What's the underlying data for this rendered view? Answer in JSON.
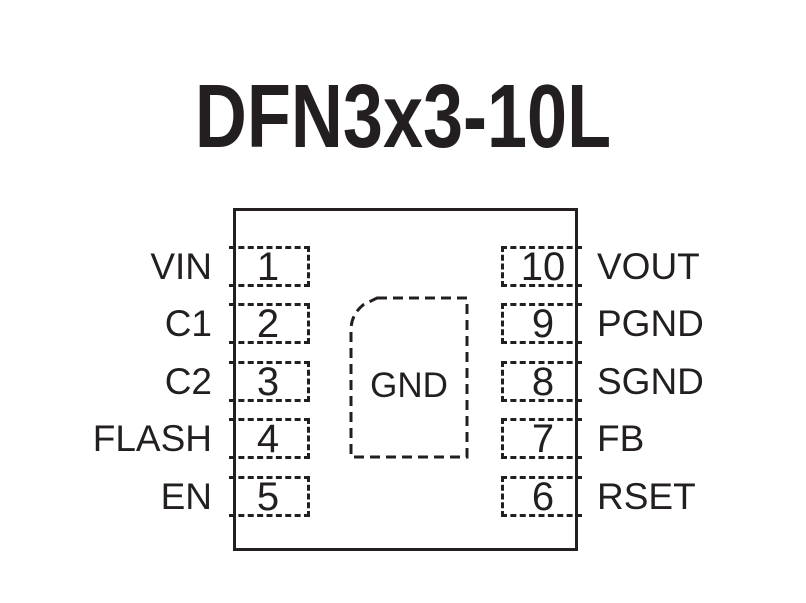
{
  "title": "DFN3x3-10L",
  "chip": {
    "pad_label": "GND"
  },
  "pins": {
    "left": [
      {
        "number": "1",
        "name": "VIN"
      },
      {
        "number": "2",
        "name": "C1"
      },
      {
        "number": "3",
        "name": "C2"
      },
      {
        "number": "4",
        "name": "FLASH"
      },
      {
        "number": "5",
        "name": "EN"
      }
    ],
    "right": [
      {
        "number": "10",
        "name": "VOUT"
      },
      {
        "number": "9",
        "name": "PGND"
      },
      {
        "number": "8",
        "name": "SGND"
      },
      {
        "number": "7",
        "name": "FB"
      },
      {
        "number": "6",
        "name": "RSET"
      }
    ]
  },
  "colors": {
    "ink": "#231f20",
    "background": "#ffffff"
  }
}
